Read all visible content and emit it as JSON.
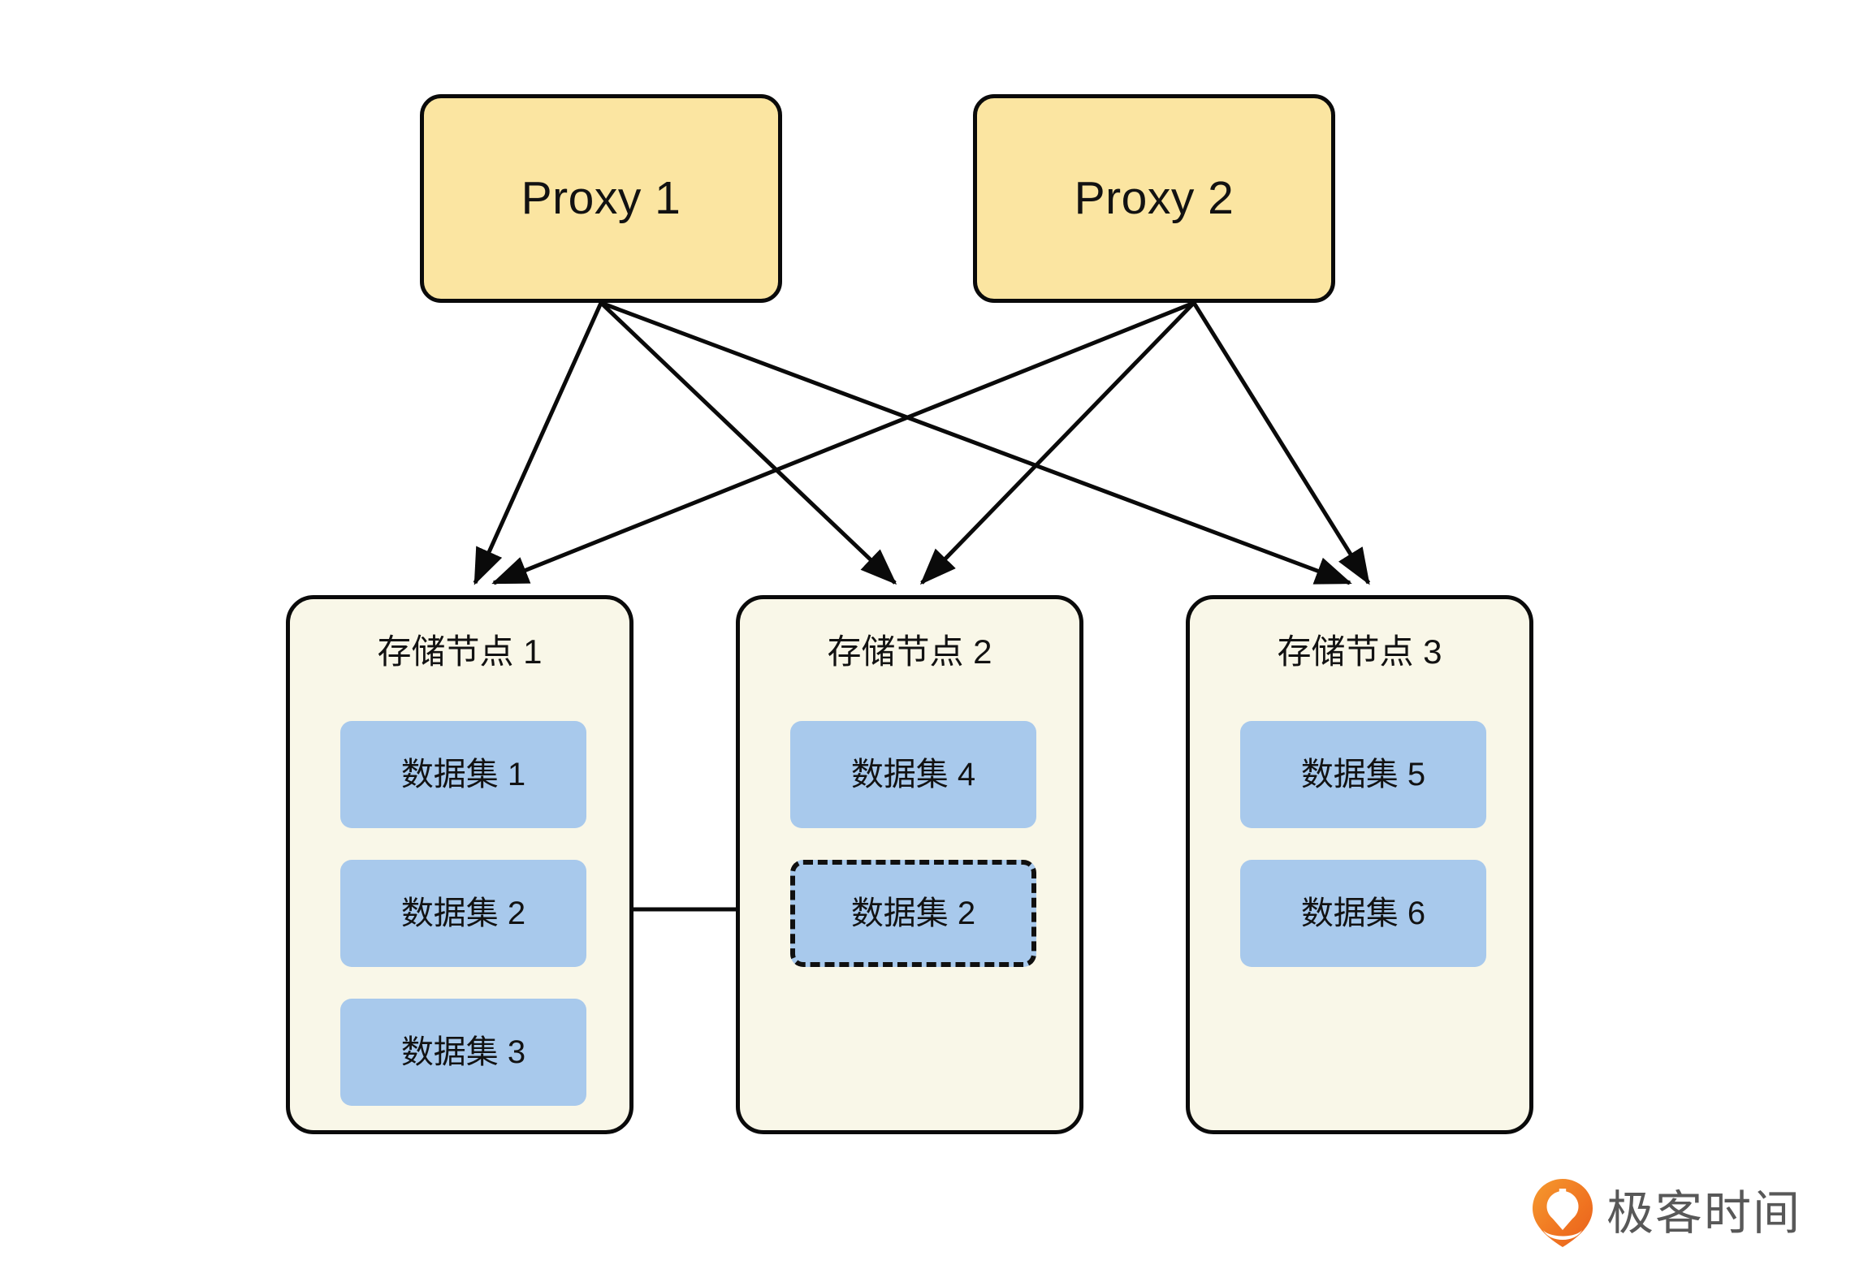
{
  "diagram": {
    "title": "Proxy to storage node data set distribution",
    "colors": {
      "proxy_fill": "#FBE5A1",
      "node_fill": "#F9F7E8",
      "dataset_fill": "#A8C9EC",
      "stroke": "#0A0A0A",
      "logo_orange": "#F26522",
      "logo_text": "#585858",
      "background": "#FFFFFF"
    },
    "proxies": [
      {
        "id": "proxy-1",
        "label": "Proxy 1"
      },
      {
        "id": "proxy-2",
        "label": "Proxy 2"
      }
    ],
    "nodes": [
      {
        "id": "node-1",
        "title": "存储节点 1",
        "datasets": [
          {
            "label": "数据集 1",
            "dashed": false
          },
          {
            "label": "数据集 2",
            "dashed": false
          },
          {
            "label": "数据集 3",
            "dashed": false
          }
        ]
      },
      {
        "id": "node-2",
        "title": "存储节点 2",
        "datasets": [
          {
            "label": "数据集 4",
            "dashed": false
          },
          {
            "label": "数据集 2",
            "dashed": true
          }
        ]
      },
      {
        "id": "node-3",
        "title": "存储节点 3",
        "datasets": [
          {
            "label": "数据集 5",
            "dashed": false
          },
          {
            "label": "数据集 6",
            "dashed": false
          }
        ]
      }
    ],
    "edges": [
      {
        "from": "proxy-1",
        "to": "node-1",
        "style": "solid",
        "arrow": true
      },
      {
        "from": "proxy-1",
        "to": "node-2",
        "style": "solid",
        "arrow": true
      },
      {
        "from": "proxy-1",
        "to": "node-3",
        "style": "solid",
        "arrow": true
      },
      {
        "from": "proxy-2",
        "to": "node-1",
        "style": "solid",
        "arrow": true
      },
      {
        "from": "proxy-2",
        "to": "node-2",
        "style": "solid",
        "arrow": true
      },
      {
        "from": "proxy-2",
        "to": "node-3",
        "style": "solid",
        "arrow": true
      },
      {
        "from": "node-1.dataset-2",
        "to": "node-2.dataset-2",
        "style": "solid",
        "arrow": true
      }
    ]
  },
  "logo": {
    "text": "极客时间",
    "mark": "geektime-pin-icon"
  }
}
